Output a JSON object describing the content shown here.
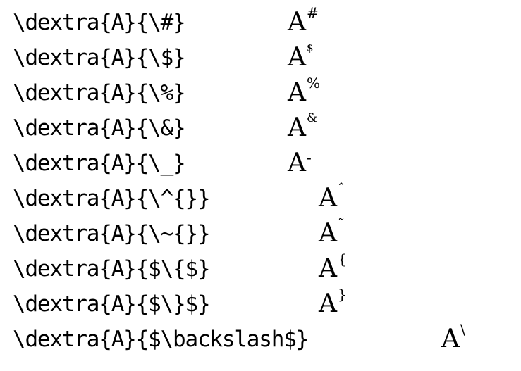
{
  "rows": [
    {
      "code": "\\dextra{A}{\\#}",
      "base": "A",
      "sup": "#"
    },
    {
      "code": "\\dextra{A}{\\$}",
      "base": "A",
      "sup": "$"
    },
    {
      "code": "\\dextra{A}{\\%}",
      "base": "A",
      "sup": "%"
    },
    {
      "code": "\\dextra{A}{\\&}",
      "base": "A",
      "sup": "&"
    },
    {
      "code": "\\dextra{A}{\\_}",
      "base": "A",
      "sup": "-"
    },
    {
      "code": "\\dextra{A}{\\^{}}",
      "base": "A",
      "sup": "ˆ"
    },
    {
      "code": "\\dextra{A}{\\~{}}",
      "base": "A",
      "sup": "˜"
    },
    {
      "code": "\\dextra{A}{$\\{$}",
      "base": "A",
      "sup": "{"
    },
    {
      "code": "\\dextra{A}{$\\}$}",
      "base": "A",
      "sup": "}"
    },
    {
      "code": "\\dextra{A}{$\\backslash$}",
      "base": "A",
      "sup": "\\"
    }
  ]
}
